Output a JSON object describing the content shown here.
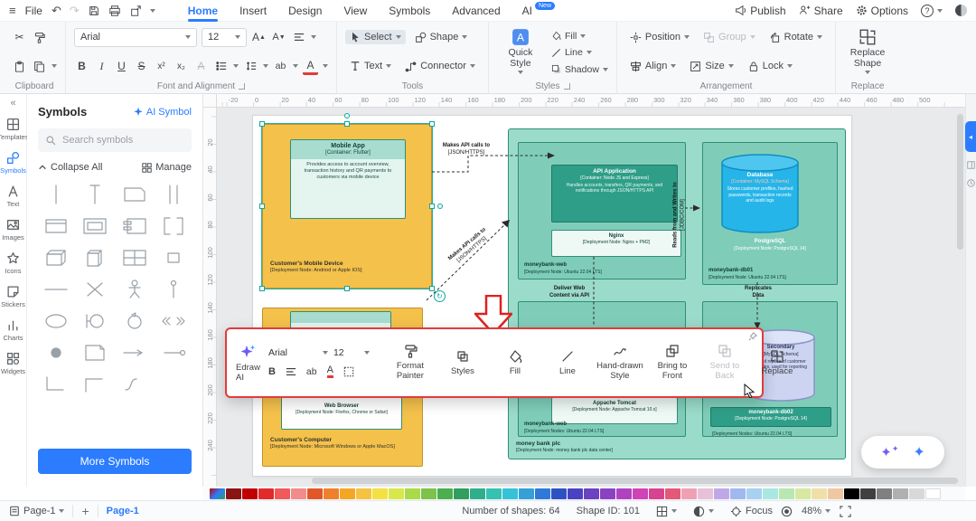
{
  "titlebar": {
    "file_label": "File",
    "tabs": [
      {
        "label": "Home",
        "active": true
      },
      {
        "label": "Insert",
        "active": false
      },
      {
        "label": "Design",
        "active": false
      },
      {
        "label": "View",
        "active": false
      },
      {
        "label": "Symbols",
        "active": false
      },
      {
        "label": "Advanced",
        "active": false
      },
      {
        "label": "AI",
        "active": false,
        "badge": "New"
      }
    ],
    "publish_label": "Publish",
    "share_label": "Share",
    "options_label": "Options"
  },
  "ribbon": {
    "font_name": "Arial",
    "font_size": "12",
    "glyphs": {
      "bold": "B",
      "italic": "I",
      "underline": "U",
      "strike": "S",
      "superscript": "x²",
      "subscript": "x₂",
      "clear_format": "A",
      "char_spacing": "ab",
      "font_color": "A"
    },
    "tools": {
      "select": "Select",
      "shape": "Shape",
      "text": "Text",
      "connector": "Connector"
    },
    "styles": {
      "quick_style": "Quick Style",
      "fill": "Fill",
      "line": "Line",
      "shadow": "Shadow"
    },
    "arrangement": {
      "position": "Position",
      "group": "Group",
      "rotate": "Rotate",
      "align": "Align",
      "size": "Size",
      "lock": "Lock"
    },
    "replace_shape": "Replace Shape",
    "labels": {
      "clipboard": "Clipboard",
      "font": "Font and Alignment",
      "tools": "Tools",
      "styles": "Styles",
      "arrangement": "Arrangement",
      "replace": "Replace"
    }
  },
  "sidebar": {
    "nav_items": [
      {
        "label": "Templates",
        "icon": "templates",
        "active": false
      },
      {
        "label": "Symbols",
        "icon": "symbols",
        "active": true
      },
      {
        "label": "Text",
        "icon": "text",
        "active": false
      },
      {
        "label": "Images",
        "icon": "images",
        "active": false
      },
      {
        "label": "Icons",
        "icon": "icons",
        "active": false
      },
      {
        "label": "Stickers",
        "icon": "stickers",
        "active": false
      },
      {
        "label": "Charts",
        "icon": "charts",
        "active": false
      },
      {
        "label": "Widgets",
        "icon": "widgets",
        "active": false
      }
    ],
    "panel_title": "Symbols",
    "ai_symbol_label": "AI Symbol",
    "search_placeholder": "Search symbols",
    "collapse_all_label": "Collapse All",
    "manage_label": "Manage",
    "more_symbols_label": "More Symbols",
    "symbol_shapes": [
      "vline",
      "vcap",
      "card",
      "vpair",
      "band",
      "nested",
      "comp",
      "bracket",
      "cube",
      "cube2",
      "grid",
      "mini",
      "hline",
      "cross",
      "actor",
      "pin",
      "ell",
      "bound",
      "ctrl",
      "ster",
      "dot",
      "note",
      "arrow",
      "ldot",
      "elbow",
      "elbow2",
      "curve",
      "blank"
    ]
  },
  "ruler": {
    "h_ticks": [
      "-20",
      "0",
      "20",
      "40",
      "60",
      "80",
      "100",
      "120",
      "140",
      "160",
      "180",
      "200",
      "220",
      "240",
      "260",
      "280",
      "300",
      "320",
      "340",
      "360",
      "380",
      "400",
      "420",
      "440",
      "460",
      "480",
      "500"
    ],
    "v_ticks": [
      "20",
      "40",
      "60",
      "80",
      "100",
      "120",
      "140",
      "160",
      "180",
      "200",
      "220",
      "240"
    ]
  },
  "diagram": {
    "mobile_device": {
      "box_title": "Mobile App",
      "box_sub": "[Container: Flutter]",
      "box_desc": "Provides access to account overview, transaction history and QR payments to customers via mobile device",
      "label": "Customer's Mobile Device",
      "sub": "[Deployment Node: Andriod or Apple IOS]"
    },
    "customer_computer": {
      "box_title": "Web Browser",
      "box_sub": "[Deployment Node: Firefox, Chrome or Safari]",
      "label": "Customer's Computer",
      "sub": "[Deployment Node: Microsoft Windows or Apple MacOS]"
    },
    "api_app": {
      "title": "API Application",
      "sub": "[Container: Node JS and Express]",
      "desc": "Handles accounts, transfers, QR payments, and notifications through JSON/HTTPS API"
    },
    "nginx": {
      "title": "Nginx",
      "sub": "[Deployment Node: Nginx + PM2]"
    },
    "web_node": {
      "label": "moneybank-web",
      "sub": "[Deployment Node: Ubuntu 22.04 LTS]"
    },
    "database": {
      "title": "Database",
      "sub": "[Container: MySQL Schema]",
      "desc": "Stores customer profiles, hashed passwords, transaction records and audit logs"
    },
    "postgres": {
      "title": "PostgreSQL",
      "sub": "[Deployment Node: PostgreSQL 14]"
    },
    "db01": {
      "label": "moneybank-db01",
      "sub": "[Deployment Node: Ubuntu 22.04 LTS]"
    },
    "tomcat": {
      "title": "Appache Tomcat",
      "sub": "[Deployment Node: Appache Tomcat 10.x]"
    },
    "web_node2": {
      "label": "moneybank-web",
      "sub": "[Deployment Nodes: Ubuntu 22.04 LTS]"
    },
    "secondary": {
      "title": "Secondary",
      "sub": "[MySQL Schema]",
      "desc": "Read replica of customer profiles, used for reporting"
    },
    "db02": {
      "label": "moneybank-db02",
      "sub": "[Deployment Node: PostgreSQL 14]",
      "sub2": "[Deployment Nodes: Ubuntu 22.04 LTS]"
    },
    "org": {
      "label": "money bank plc",
      "sub": "[Deployment Node: money bank plc data center]"
    },
    "edges": {
      "api_top": {
        "label": "Makes API calls to",
        "sub": "[JSON/HTTPS]"
      },
      "api_diag": {
        "label": "Makes API calls to",
        "sub": "[JSON/HTTPS]"
      },
      "reads": {
        "label": "Reads from and Writes to",
        "sub": "[JDBC/COM]"
      },
      "deliver": {
        "label": "Deliver Web",
        "sub": "Content via API"
      },
      "replicates": {
        "label": "Replicates",
        "sub": "Data"
      }
    }
  },
  "floating_toolbar": {
    "edraw_ai_label": "Edraw AI",
    "font_name": "Arial",
    "font_size": "12",
    "buttons": [
      {
        "label": "Format Painter",
        "icon": "format-painter",
        "disabled": false
      },
      {
        "label": "Styles",
        "icon": "styles",
        "disabled": false
      },
      {
        "label": "Fill",
        "icon": "fill",
        "disabled": false
      },
      {
        "label": "Line",
        "icon": "line",
        "disabled": false
      },
      {
        "label": "Hand-drawn Style",
        "icon": "hand-drawn",
        "disabled": false
      },
      {
        "label": "Bring to Front",
        "icon": "bring-front",
        "disabled": false
      },
      {
        "label": "Send to Back",
        "icon": "send-back",
        "disabled": true
      },
      {
        "label": "Replace",
        "icon": "replace",
        "disabled": false
      }
    ]
  },
  "colorbar": {
    "colors": [
      "#8a1414",
      "#c00000",
      "#e22a2a",
      "#f05a5a",
      "#f08c8c",
      "#e2572a",
      "#f0812a",
      "#f5a623",
      "#f5c242",
      "#f5e042",
      "#d8e84a",
      "#aada4a",
      "#7cc24b",
      "#4bae4f",
      "#2f9e5f",
      "#2fae8c",
      "#35c2b0",
      "#35c2d8",
      "#35a0d8",
      "#2f7ad8",
      "#2f52c2",
      "#4a42c2",
      "#6a42c2",
      "#8a42c2",
      "#b042c2",
      "#d042b8",
      "#d84290",
      "#e25a78",
      "#f0a0b4",
      "#e8c0d8",
      "#c0a8e8",
      "#a0b8f0",
      "#a8d0f0",
      "#a8e8e0",
      "#b8e8b0",
      "#d8e8a0",
      "#f0e0a8",
      "#f0c8a0",
      "#000000",
      "#404040",
      "#808080",
      "#b0b0b0",
      "#d8d8d8",
      "#ffffff"
    ]
  },
  "statusbar": {
    "page_selector": "Page-1",
    "add_page": "+",
    "page_tab": "Page-1",
    "shapes_count": "Number of shapes: 64",
    "shape_id": "Shape ID: 101",
    "focus_label": "Focus",
    "zoom": "48%"
  }
}
